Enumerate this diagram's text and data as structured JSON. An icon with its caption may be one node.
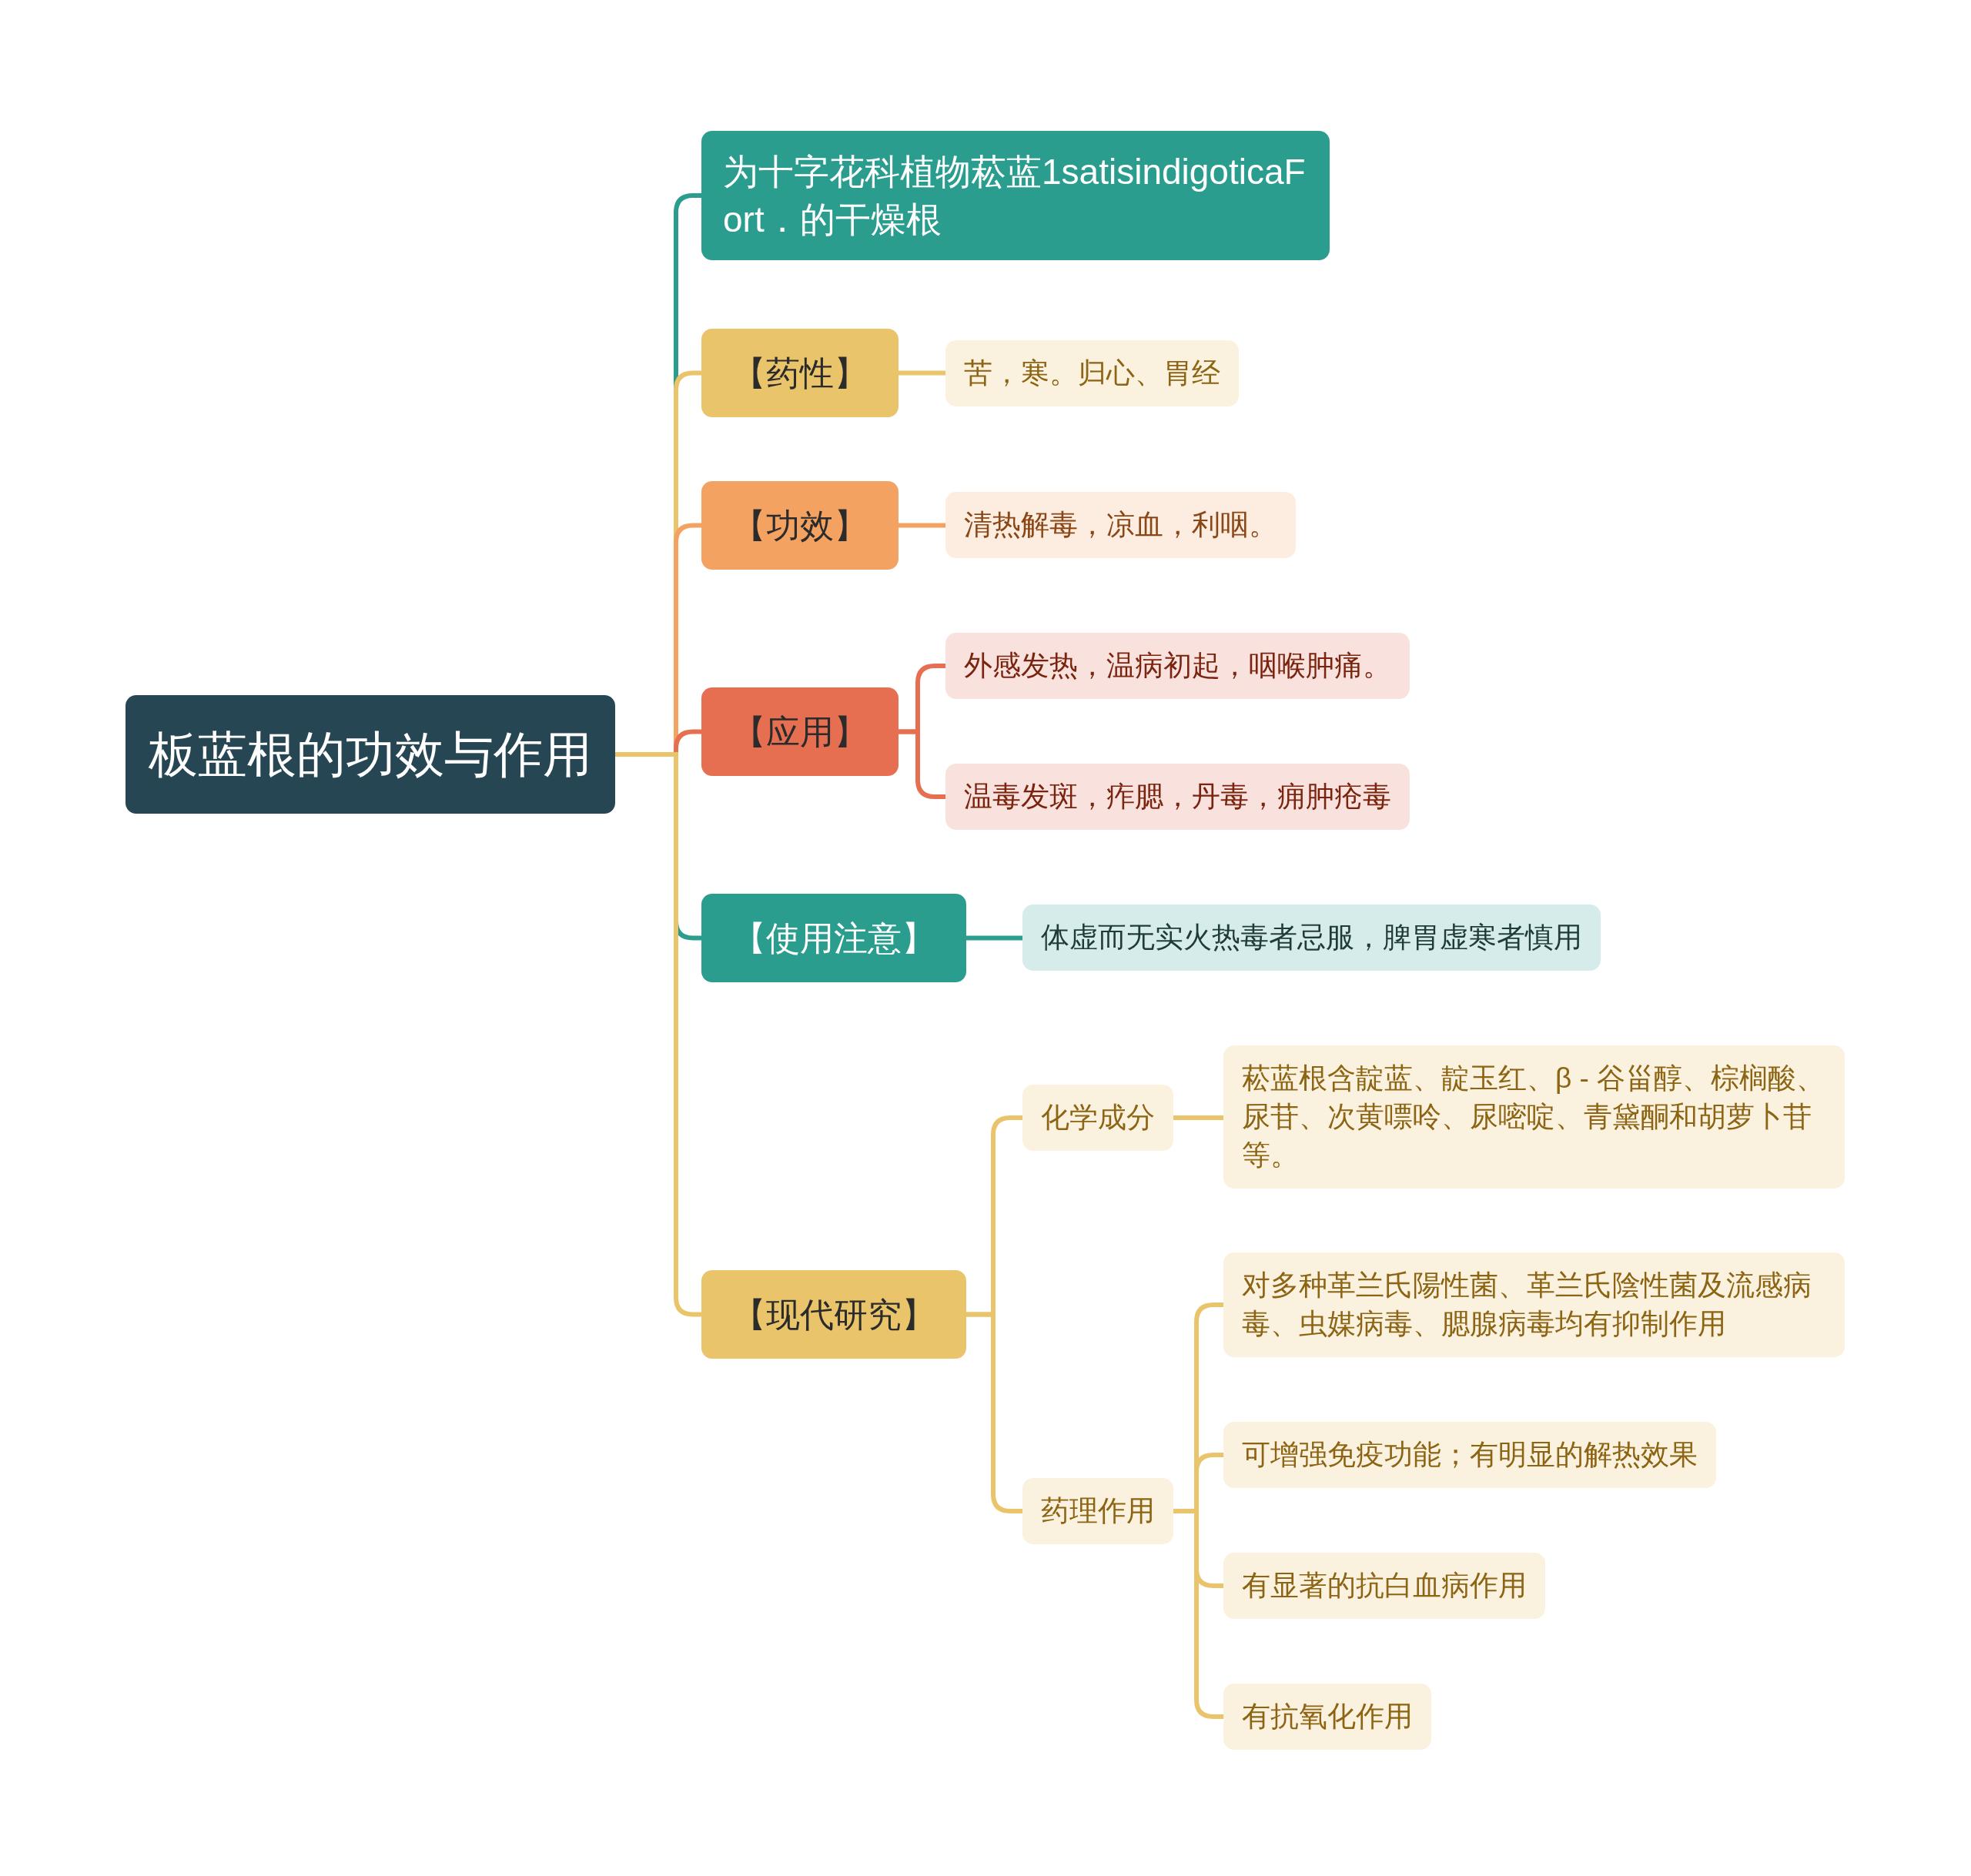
{
  "diagram": {
    "nodes": [
      {
        "text": [
          "板蓝根的功效与作用"
        ]
      },
      {
        "text": [
          "为十字花科植物菘蓝1satisindigoticaFort．的干燥根"
        ]
      },
      {
        "text": [
          "【药性】"
        ]
      },
      {
        "text": [
          "苦，寒。归心、胃经"
        ]
      },
      {
        "text": [
          "【功效】"
        ]
      },
      {
        "text": [
          "清热解毒，凉血，利咽。"
        ]
      },
      {
        "text": [
          "【应用】"
        ]
      },
      {
        "text": [
          "外感发热，温病初起，咽喉肿痛。"
        ]
      },
      {
        "text": [
          "温毒发斑，痄腮，丹毒，痈肿疮毒"
        ]
      },
      {
        "text": [
          "【使用注意】"
        ]
      },
      {
        "text": [
          "体虚而无实火热毒者忌服，脾胃虚寒者慎用"
        ]
      },
      {
        "text": [
          "【现代研究】"
        ]
      },
      {
        "text": [
          "化学成分"
        ]
      },
      {
        "text": [
          "菘蓝根含靛蓝、靛玉红、β - 谷甾醇、棕榈酸、尿苷、次黄嘌呤、尿嘧啶、青黛酮和胡萝卜苷等。"
        ]
      },
      {
        "text": [
          "药理作用"
        ]
      },
      {
        "text": [
          "对多种革兰氏陽性菌、革兰氏陰性菌及流感病毒、虫媒病毒、腮腺病毒均有抑制作用"
        ]
      },
      {
        "text": [
          "可增强免疫功能；有明显的解热效果"
        ]
      },
      {
        "text": [
          "有显著的抗白血病作用"
        ]
      },
      {
        "text": [
          "有抗氧化作用"
        ]
      }
    ],
    "edges": [
      {
        "from": 0,
        "to": 1,
        "arrow": "none",
        "color": "#2a9d8f"
      },
      {
        "from": 0,
        "to": 2,
        "arrow": "none"
      },
      {
        "from": 0,
        "to": 4,
        "arrow": "none",
        "color": "#f4a261"
      },
      {
        "from": 0,
        "to": 6,
        "arrow": "none",
        "color": "#e76f51"
      },
      {
        "from": 0,
        "to": 9,
        "arrow": "none",
        "color": "#2a9d8f"
      },
      {
        "from": 0,
        "to": 11,
        "arrow": "none"
      },
      {
        "from": 2,
        "to": 3,
        "arrow": "none"
      },
      {
        "from": 4,
        "to": 5,
        "arrow": "none",
        "color": "#f4a261"
      },
      {
        "from": 6,
        "to": 7,
        "arrow": "none",
        "color": "#e76f51"
      },
      {
        "from": 6,
        "to": 8,
        "arrow": "none",
        "color": "#e76f51"
      },
      {
        "from": 9,
        "to": 10,
        "arrow": "none",
        "color": "#2a9d8f"
      },
      {
        "from": 11,
        "to": 12,
        "arrow": "none"
      },
      {
        "from": 11,
        "to": 14,
        "arrow": "none"
      },
      {
        "from": 12,
        "to": 13,
        "arrow": "none"
      },
      {
        "from": 14,
        "to": 15,
        "arrow": "none"
      },
      {
        "from": 14,
        "to": 16,
        "arrow": "none"
      },
      {
        "from": 14,
        "to": 17,
        "arrow": "none"
      },
      {
        "from": 14,
        "to": 18,
        "arrow": "none"
      }
    ]
  }
}
